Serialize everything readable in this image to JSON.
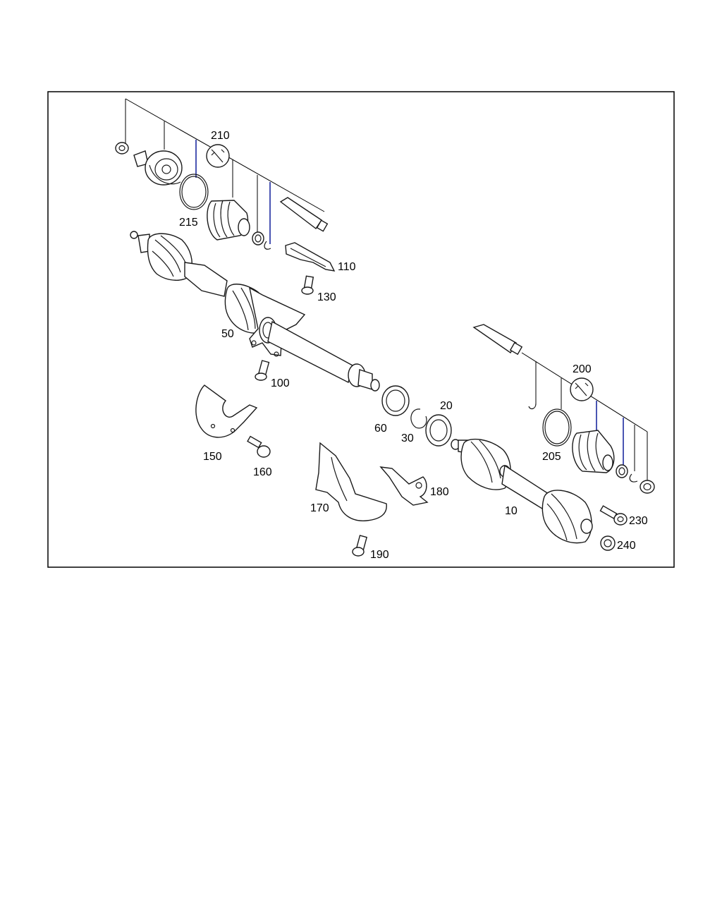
{
  "diagram": {
    "labels": {
      "p10": "10",
      "p20": "20",
      "p30": "30",
      "p50": "50",
      "p60": "60",
      "p100": "100",
      "p110": "110",
      "p130": "130",
      "p150": "150",
      "p160": "160",
      "p170": "170",
      "p180": "180",
      "p190": "190",
      "p200": "200",
      "p205": "205",
      "p210": "210",
      "p215": "215",
      "p230": "230",
      "p240": "240"
    },
    "colors": {
      "frame": "#000000",
      "leader_line": "#1d2aa0",
      "outline": "#1a1a1a"
    }
  }
}
